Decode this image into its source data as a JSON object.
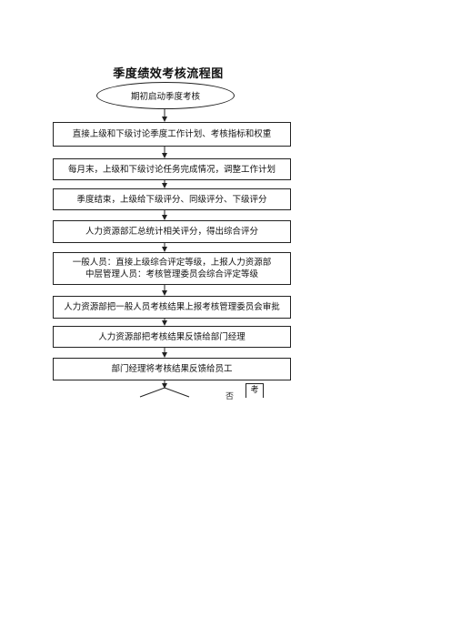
{
  "title": "季度绩效考核流程图",
  "start": "期初启动季度考核",
  "steps": [
    {
      "lines": [
        "直接上级和下级讨论季度工作计划、考核指标和权重"
      ]
    },
    {
      "lines": [
        "每月末，上级和下级讨论任务完成情况，调整工作计划"
      ]
    },
    {
      "lines": [
        "季度结束，上级给下级评分、同级评分、下级评分"
      ]
    },
    {
      "lines": [
        "人力资源部汇总统计相关评分，得出综合评分"
      ]
    },
    {
      "lines": [
        "一般人员：直接上级综合评定等级，上报人力资源部",
        "中层管理人员：考核管理委员会综合评定等级"
      ]
    },
    {
      "lines": [
        "人力资源部把一般人员考核结果上报考核管理委员会审批"
      ]
    },
    {
      "lines": [
        "人力资源部把考核结果反馈给部门经理"
      ]
    },
    {
      "lines": [
        "部门经理将考核结果反馈给员工"
      ]
    }
  ],
  "side_label": "考",
  "fragment": "否"
}
